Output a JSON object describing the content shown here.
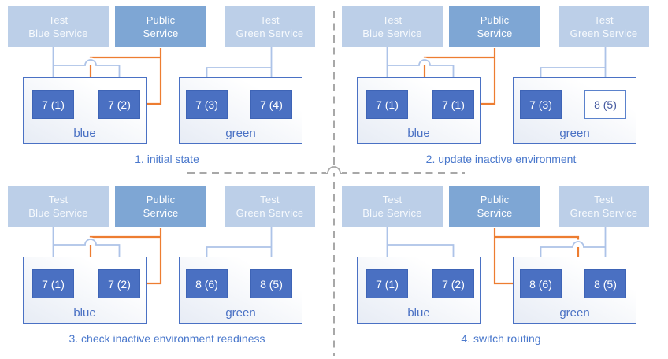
{
  "colors": {
    "accent_blue": "#4a71c4",
    "service_light_fill": "#bccfe8",
    "service_dark_fill": "#7ea6d4",
    "pod_fill": "#4a70c2",
    "pod_outline_text": "#44599f",
    "arrow_light": "#adc3e8",
    "arrow_orange": "#ed7d31",
    "caption_text": "#4a78cc",
    "divider_gray": "#a8a8a8"
  },
  "services": {
    "test_blue": {
      "line1": "Test",
      "line2": "Blue Service"
    },
    "public": {
      "line1": "Public",
      "line2": "Service"
    },
    "test_green": {
      "line1": "Test",
      "line2": "Green Service"
    }
  },
  "env_labels": {
    "blue": "blue",
    "green": "green"
  },
  "panels": [
    {
      "caption": "1. initial state",
      "blue_pods": [
        "7 (1)",
        "7 (2)"
      ],
      "green_pods": [
        "7 (3)",
        "7 (4)"
      ]
    },
    {
      "caption": "2. update inactive environment",
      "blue_pods": [
        "7 (1)",
        "7 (1)"
      ],
      "green_pods": [
        "7 (3)",
        "8 (5)"
      ]
    },
    {
      "caption": "3. check inactive environment readiness",
      "blue_pods": [
        "7 (1)",
        "7 (2)"
      ],
      "green_pods": [
        "8 (6)",
        "8 (5)"
      ]
    },
    {
      "caption": "4. switch routing",
      "blue_pods": [
        "7 (1)",
        "7 (2)"
      ],
      "green_pods": [
        "8 (6)",
        "8 (5)"
      ]
    }
  ]
}
